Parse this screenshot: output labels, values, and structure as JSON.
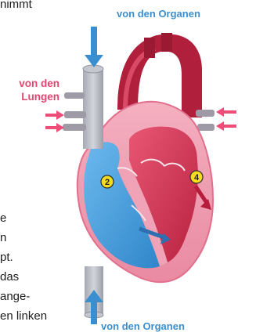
{
  "text_fragments": {
    "line_1": "nimmt",
    "line_2": "e",
    "line_3": "n",
    "line_4": "pt.",
    "line_5": "das",
    "line_6": "ange-",
    "line_7": "en linken"
  },
  "labels": {
    "organs_top": "von den Organen",
    "lungs_line1": "von den",
    "lungs_line2": "Lungen",
    "organs_bottom": "von den Organen"
  },
  "markers": {
    "right_atrium": "2",
    "left_ventricle": "4"
  },
  "icons": {
    "arrow_from_organs_top": "arrow-down-icon",
    "arrow_from_organs_bottom": "arrow-up-icon",
    "arrows_from_lungs_left": "arrow-right-icon",
    "arrows_from_lungs_right": "arrow-left-icon",
    "flow_right_side": "arrow-right-icon",
    "flow_left_side": "arrow-down-right-icon"
  },
  "colors": {
    "label_blue": "#3b8fd0",
    "label_red": "#e6456e",
    "deoxygenated_blue": "#4aa6e6",
    "oxygenated_red": "#e0395d",
    "heart_wall_pink": "#f19ab0",
    "marker_yellow": "#f5dc1e"
  }
}
